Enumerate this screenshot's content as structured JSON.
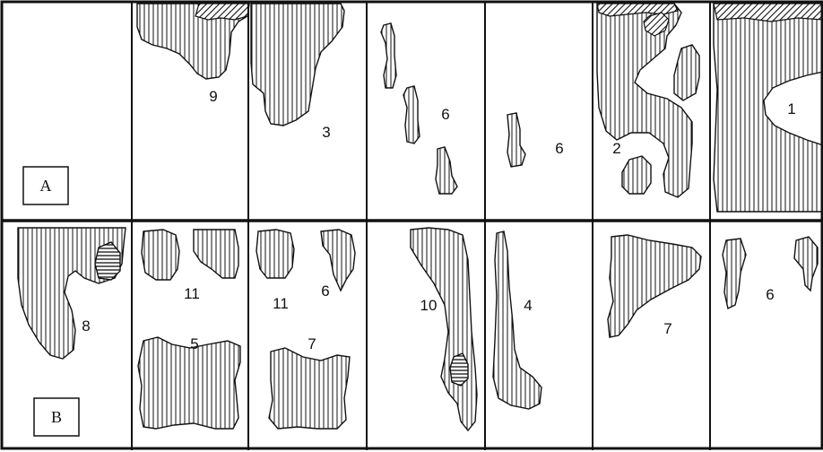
{
  "rows": {
    "top_label": "A",
    "bottom_label": "B"
  },
  "cell_labels": {
    "top": [
      "9",
      "3",
      "6",
      "6",
      "2",
      "1"
    ],
    "bottom": [
      "8",
      "11",
      "5",
      "11",
      "6",
      "7",
      "10",
      "4",
      "7",
      "6"
    ]
  },
  "colors": {
    "line": "#111111",
    "background": "#ffffff"
  },
  "fill_patterns": [
    "vertical-hatch",
    "horizontal-hatch",
    "diagonal-hatch"
  ]
}
